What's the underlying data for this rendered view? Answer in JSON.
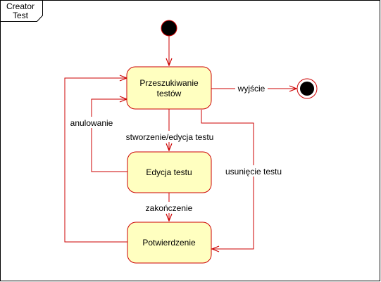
{
  "frame": {
    "title_line1": "Creator",
    "title_line2": "Test"
  },
  "states": {
    "search": {
      "line1": "Przeszukiwanie",
      "line2": "testów"
    },
    "edit": {
      "label": "Edycja testu"
    },
    "confirm": {
      "label": "Potwierdzenie"
    }
  },
  "transitions": {
    "exit": "wyjście",
    "cancel": "anulowanie",
    "create_edit": "stworzenie/edycja testu",
    "delete": "usunięcie testu",
    "finish": "zakończenie"
  },
  "colors": {
    "stroke": "#cc0000",
    "state_fill": "#ffffc0",
    "node_fill": "#000000",
    "frame_stroke": "#000000"
  }
}
